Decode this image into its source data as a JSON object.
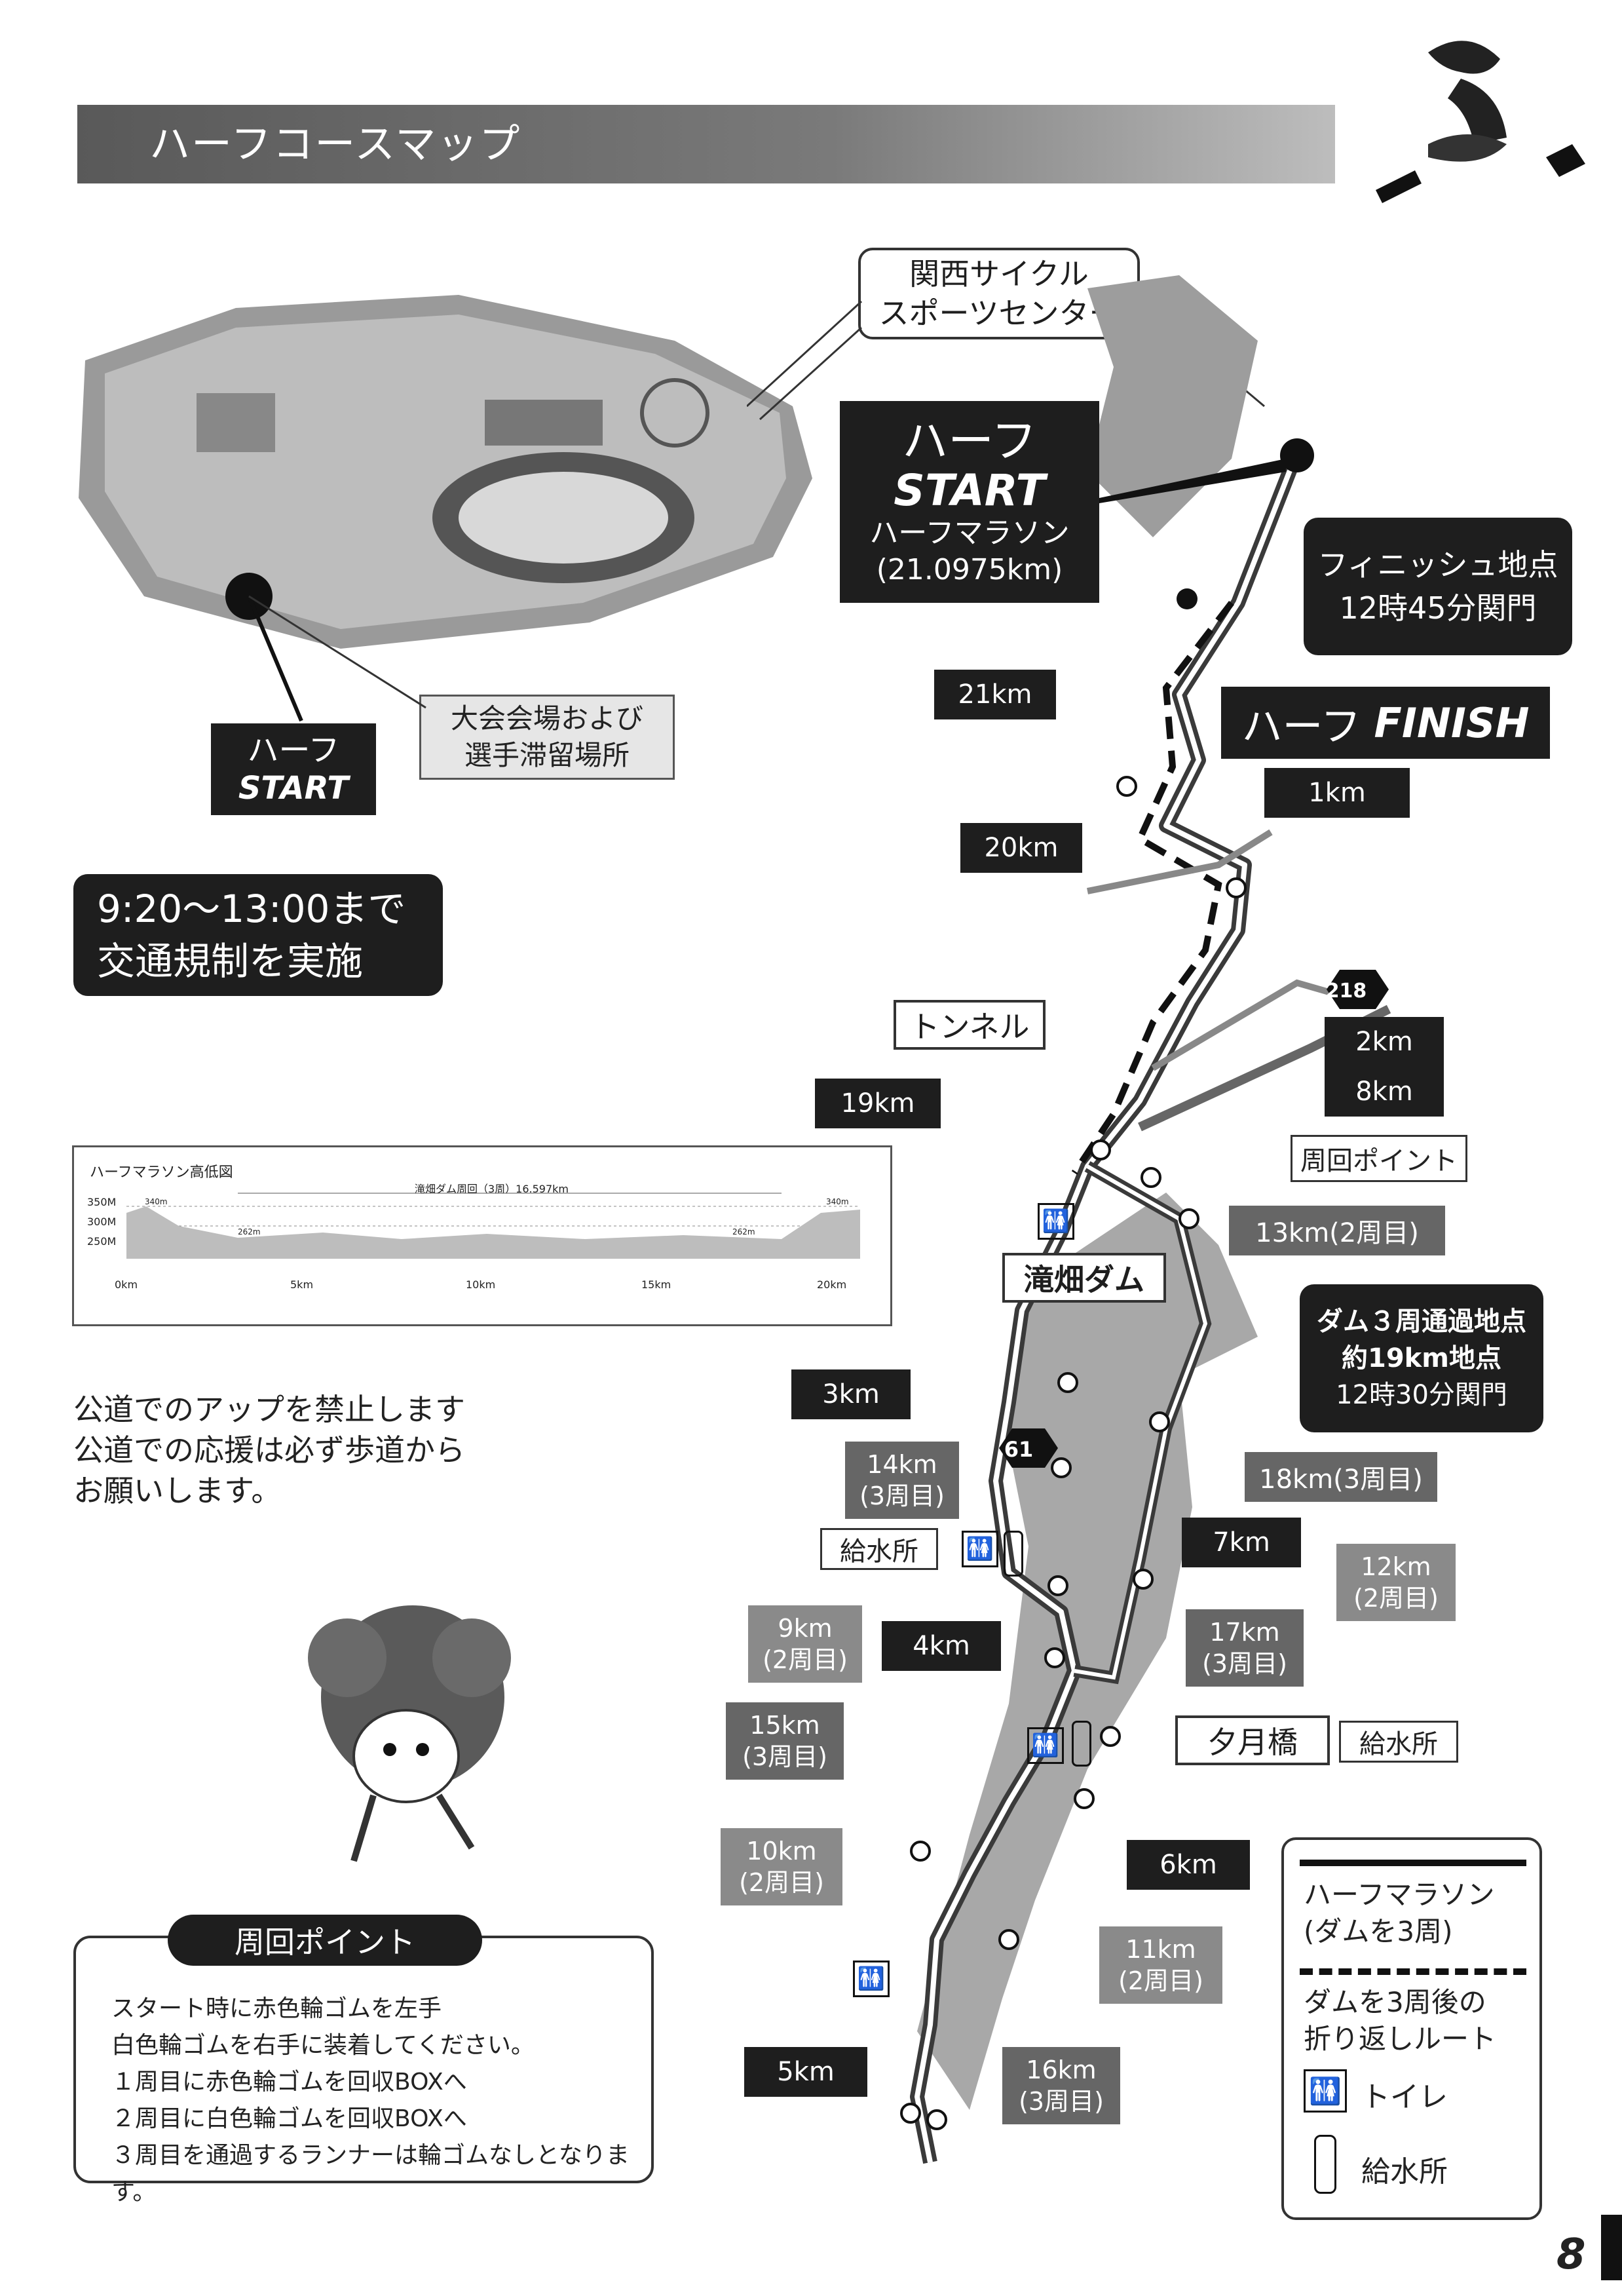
{
  "header": {
    "title": "ハーフコースマップ"
  },
  "page_number": "8",
  "venue_callout": {
    "line1": "関西サイクル",
    "line2": "スポーツセンター"
  },
  "venue_start": {
    "line1": "ハーフ",
    "line2": "START"
  },
  "venue_label": {
    "line1": "大会会場および",
    "line2": "選手滞留場所"
  },
  "start_box": {
    "line1": "ハーフ",
    "line2": "START",
    "line3": "ハーフマラソン",
    "line4": "(21.0975km)"
  },
  "finish_box": {
    "line1": "フィニッシュ地点",
    "line2": "12時45分関門"
  },
  "finish_label": {
    "prefix": "ハーフ",
    "suffix": "FINISH"
  },
  "traffic": {
    "line1": "9:20〜13:00まで",
    "line2": "交通規制を実施"
  },
  "elevation": {
    "title": "ハーフマラソン高低図",
    "span_label": "滝畑ダム周回（3周）16.597km",
    "y_ticks": [
      "350M",
      "300M",
      "250M"
    ],
    "annotations": [
      "340m",
      "262m",
      "262m",
      "340m"
    ],
    "x_ticks": [
      "0km",
      "5km",
      "10km",
      "15km",
      "20km"
    ]
  },
  "notice": {
    "line1": "公道でのアップを禁止します",
    "line2": "公道での応援は必ず歩道から",
    "line3": "お願いします。"
  },
  "places": {
    "tunnel": "トンネル",
    "dam": "滝畑ダム",
    "bridge": "夕月橋",
    "lap_point": "周回ポイント",
    "water1": "給水所",
    "water2": "給水所",
    "route61": "61",
    "route218": "218"
  },
  "checkpoint": {
    "line1": "ダム３周通過地点",
    "line2": "約19km地点",
    "line3": "12時30分関門"
  },
  "km_markers": {
    "k21": "21km",
    "k1": "1km",
    "k20": "20km",
    "k2": "2km",
    "k8": "8km",
    "k19": "19km",
    "k13": "13km(2周目)",
    "k3": "3km",
    "k14a": "14km",
    "k14b": "(3周目)",
    "k18": "18km(3周目)",
    "k7": "7km",
    "k12a": "12km",
    "k12b": "(2周目)",
    "k9a": "9km",
    "k9b": "(2周目)",
    "k4": "4km",
    "k17a": "17km",
    "k17b": "(3周目)",
    "k15a": "15km",
    "k15b": "(3周目)",
    "k6": "6km",
    "k10a": "10km",
    "k10b": "(2周目)",
    "k11a": "11km",
    "k11b": "(2周目)",
    "k5": "5km",
    "k16a": "16km",
    "k16b": "(3周目)"
  },
  "lap_panel": {
    "title": "周回ポイント",
    "lines": [
      "スタート時に赤色輪ゴムを左手",
      "白色輪ゴムを右手に装着してください。",
      "１周目に赤色輪ゴムを回収BOXへ",
      "２周目に白色輪ゴムを回収BOXへ",
      "３周目を通過するランナーは輪ゴムなしとなります。"
    ]
  },
  "legend": {
    "solid_line1": "ハーフマラソン",
    "solid_line2": "(ダムを3周)",
    "dash_line1": "ダムを3周後の",
    "dash_line2": "折り返しルート",
    "toilet": "トイレ",
    "water": "給水所"
  }
}
